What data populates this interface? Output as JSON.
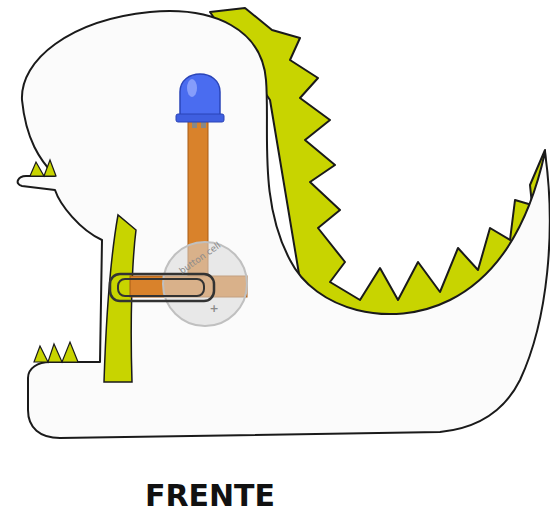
{
  "diagram": {
    "caption": "FRENTE",
    "labels": [
      "button cell",
      "+"
    ]
  }
}
